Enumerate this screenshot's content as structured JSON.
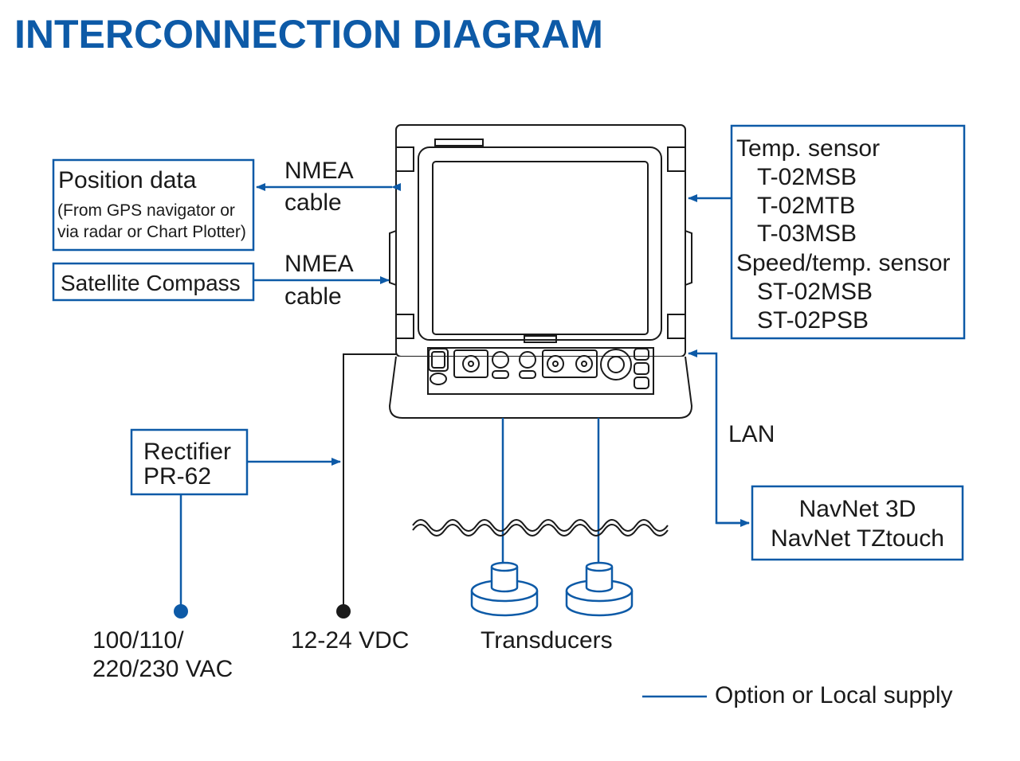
{
  "title": "INTERCONNECTION DIAGRAM",
  "position_box": {
    "title": "Position data",
    "line1": "(From GPS navigator or",
    "line2": "via radar or Chart Plotter)"
  },
  "nmea_top": {
    "line1": "NMEA",
    "line2": "cable"
  },
  "compass_box": {
    "title": "Satellite Compass"
  },
  "nmea_bottom": {
    "line1": "NMEA",
    "line2": "cable"
  },
  "sensor_box": {
    "lines": [
      "Temp. sensor",
      "T-02MSB",
      "T-02MTB",
      "T-03MSB",
      "Speed/temp. sensor",
      "ST-02MSB",
      "ST-02PSB"
    ]
  },
  "rectifier_box": {
    "line1": "Rectifier",
    "line2": "PR-62"
  },
  "lan_label": "LAN",
  "navnet_box": {
    "line1": "NavNet 3D",
    "line2": "NavNet TZtouch"
  },
  "ac_label": {
    "line1": "100/110/",
    "line2": "220/230 VAC"
  },
  "dc_label": "12-24 VDC",
  "transducers_label": "Transducers",
  "legend": {
    "label": "Option or Local supply",
    "color": "#0d5aa7"
  },
  "colors": {
    "accent": "#0d5aa7",
    "ink": "#1a1a1a"
  }
}
